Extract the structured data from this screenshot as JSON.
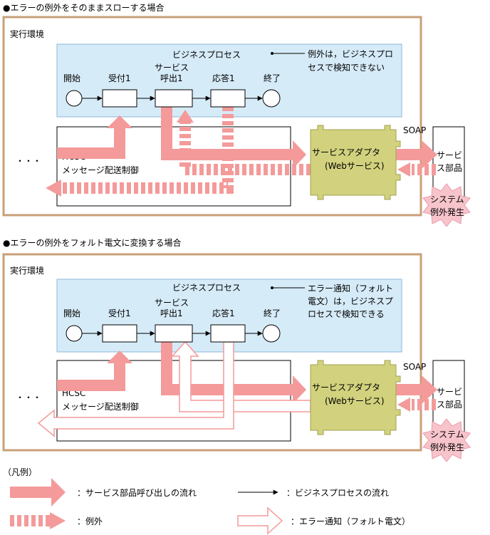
{
  "section1": {
    "title": "●エラーの例外をそのままスローする場合",
    "env_label": "実行環境",
    "bp_title": "ビジネスプロセス",
    "node_start": "開始",
    "node_receive": "受付1",
    "node_invoke_line1": "サービス",
    "node_invoke_line2": "呼出1",
    "node_reply": "応答1",
    "node_end": "終了",
    "note_line1": "例外は，ビジネスプロ",
    "note_line2": "セスで検知できない",
    "ellipsis": "・・・",
    "hcsc_line1": "HCSC",
    "hcsc_line2": "メッセージ配送制御",
    "adapter_line1": "サービスアダプタ",
    "adapter_line2": "(Webサービス)",
    "soap_label": "SOAP",
    "service_line1": "サービ",
    "service_line2": "ス部品",
    "exception_line1": "システム",
    "exception_line2": "例外発生"
  },
  "section2": {
    "title": "●エラーの例外をフォルト電文に変換する場合",
    "env_label": "実行環境",
    "bp_title": "ビジネスプロセス",
    "node_start": "開始",
    "node_receive": "受付1",
    "node_invoke_line1": "サービス",
    "node_invoke_line2": "呼出1",
    "node_reply": "応答1",
    "node_end": "終了",
    "note_line1": "エラー通知（フォルト",
    "note_line2": "電文）は，ビジネスプ",
    "note_line3": "ロセスで検知できる",
    "ellipsis": "・・・",
    "hcsc_line1": "HCSC",
    "hcsc_line2": "メッセージ配送制御",
    "adapter_line1": "サービスアダプタ",
    "adapter_line2": "(Webサービス)",
    "soap_label": "SOAP",
    "service_line1": "サービ",
    "service_line2": "ス部品",
    "exception_line1": "システム",
    "exception_line2": "例外発生"
  },
  "legend": {
    "title": "（凡例）",
    "service_call_flow": "：サービス部品呼び出しの流れ",
    "business_process_flow": "：ビジネスプロセスの流れ",
    "exception": "：例外",
    "error_notification": "：エラー通知（フォルト電文）"
  },
  "colors": {
    "env_border": "#c8a078",
    "bp_fill": "#d6ebf8",
    "adapter_fill": "#d2d27e",
    "flow_pink": "#f49a9a",
    "burst_fill": "#f8c4cc"
  }
}
